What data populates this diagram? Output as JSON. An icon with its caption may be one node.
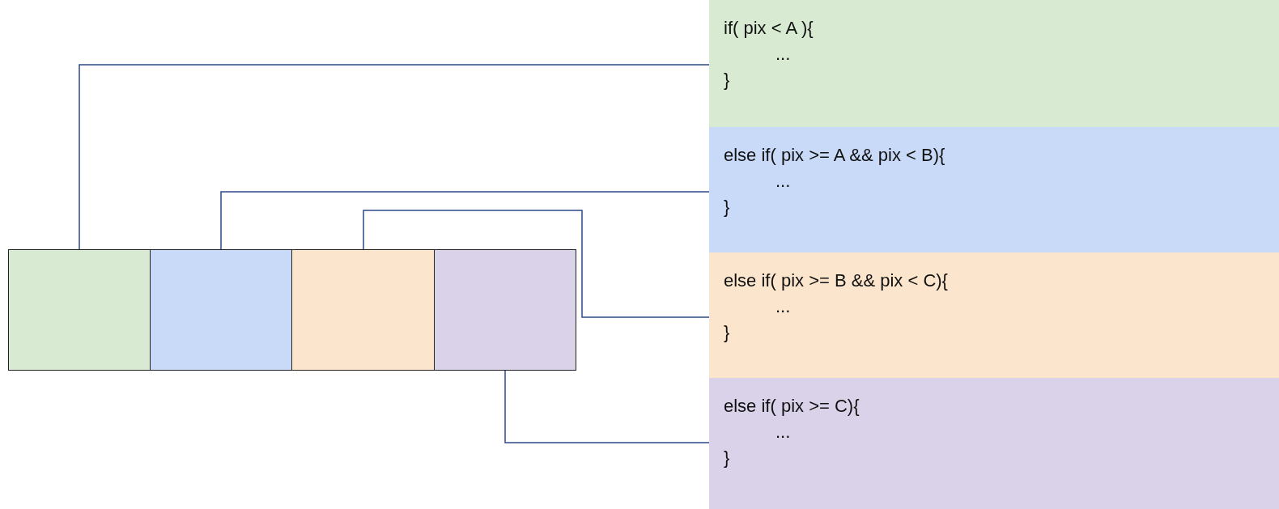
{
  "diagram": {
    "nodes": [
      {
        "text": [],
        "shape": "box"
      },
      {
        "text": [],
        "shape": "box"
      },
      {
        "text": [],
        "shape": "box"
      },
      {
        "text": [],
        "shape": "box"
      },
      {
        "text": [
          "if( pix < A ){",
          "...",
          "}"
        ]
      },
      {
        "text": [
          "else if( pix >= A && pix < B){",
          "...",
          "}"
        ]
      },
      {
        "text": [
          "else if( pix >= B && pix < C){",
          "...",
          "}"
        ]
      },
      {
        "text": [
          "else if( pix >= C){",
          "...",
          "}"
        ]
      }
    ],
    "edges": [
      {
        "from": 0,
        "to": 4,
        "arrow": "none"
      },
      {
        "from": 1,
        "to": 5,
        "arrow": "none"
      },
      {
        "from": 2,
        "to": 6,
        "arrow": "none"
      },
      {
        "from": 3,
        "to": 7,
        "arrow": "none"
      }
    ]
  }
}
